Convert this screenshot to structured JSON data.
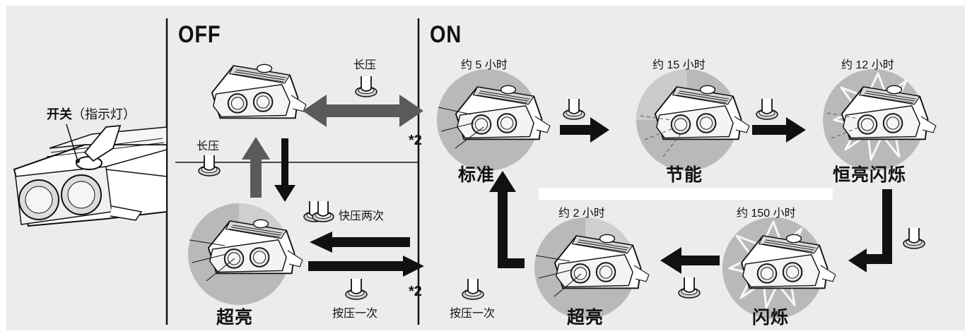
{
  "sections": {
    "off": "OFF",
    "on": "ON"
  },
  "switch": {
    "label": "开关",
    "sub": "（指示灯）"
  },
  "actions": {
    "long_press": "长压",
    "long_press_2": "长压",
    "double_press": "快压两次",
    "single_press": "按压一次",
    "single_press_2": "按压一次"
  },
  "notes": {
    "n1": "*2",
    "n2": "*2"
  },
  "modes": [
    {
      "name": "标准",
      "runtime": "约 5 小时"
    },
    {
      "name": "节能",
      "runtime": "约 15 小时"
    },
    {
      "name": "恒亮闪烁",
      "runtime": "约 12 小时"
    },
    {
      "name": "闪烁",
      "runtime": "约 150 小时"
    },
    {
      "name": "超亮",
      "runtime": "约 2 小时"
    }
  ],
  "off_mode": {
    "name": "超亮"
  },
  "colors": {
    "background": "#ececec",
    "arrow_dark": "#111111",
    "arrow_gray": "#5a5a5a",
    "circle_fill": "#b9b9b9"
  },
  "icons": [
    "finger-press-icon",
    "finger-double-press-icon",
    "light-unit-icon",
    "flash-burst-icon"
  ]
}
